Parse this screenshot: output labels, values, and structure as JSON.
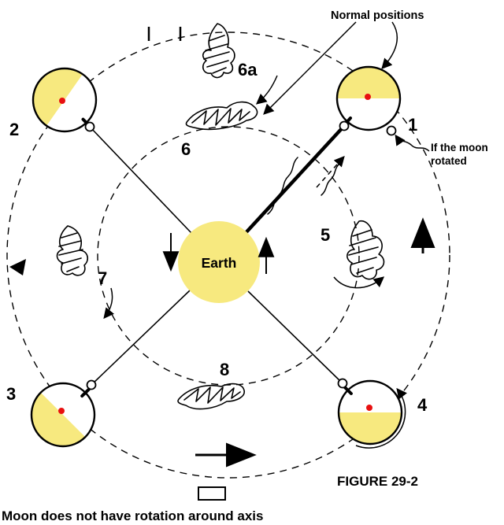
{
  "figure": {
    "title": "FIGURE 29-2",
    "caption": "Moon does not have  rotation around axis"
  },
  "earth": {
    "label": "Earth"
  },
  "annotations": {
    "normal_positions": "Normal positions",
    "if_moon_rotated_line1": "If  the moon",
    "if_moon_rotated_line2": "rotated"
  },
  "positions": {
    "p1": "1",
    "p2": "2",
    "p3": "3",
    "p4": "4",
    "p5": "5",
    "p6": "6",
    "p6a": "6a",
    "p7": "7",
    "p8": "8"
  },
  "colors": {
    "moon_shade": "#f7e97f",
    "earth_fill": "#f7e97f",
    "marker_dot": "#e81010",
    "ink": "#000000",
    "background": "#ffffff"
  }
}
